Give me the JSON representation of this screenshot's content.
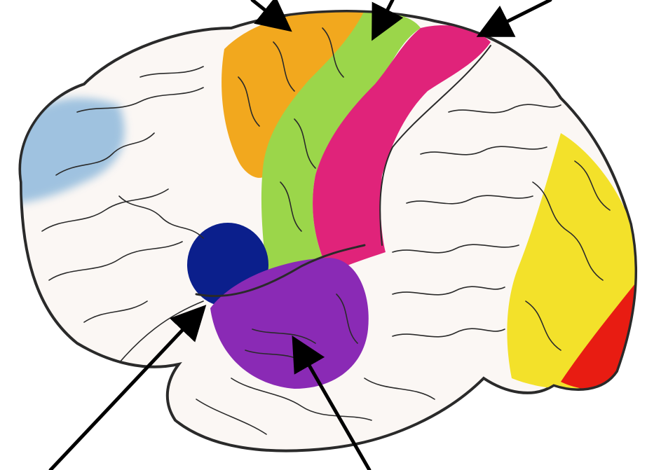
{
  "diagram": {
    "subject": "lateral-view-brain",
    "background_color": "#ffffff",
    "regions": [
      {
        "id": "prefrontal-blue",
        "color": "#8fb9dc"
      },
      {
        "id": "premotor-orange",
        "color": "#f2a81e"
      },
      {
        "id": "primary-motor-green",
        "color": "#9bd64a"
      },
      {
        "id": "somatosensory-pink",
        "color": "#e0237a"
      },
      {
        "id": "broca-navy",
        "color": "#0b1f8c"
      },
      {
        "id": "auditory-purple",
        "color": "#8a2ab5"
      },
      {
        "id": "visual-association-yellow",
        "color": "#f3e12a"
      },
      {
        "id": "primary-visual-red",
        "color": "#e81c12"
      }
    ],
    "arrows": [
      {
        "id": "arrow-top-left",
        "points_to": "premotor-orange"
      },
      {
        "id": "arrow-top-middle",
        "points_to": "primary-motor-green"
      },
      {
        "id": "arrow-top-right",
        "points_to": "somatosensory-pink"
      },
      {
        "id": "arrow-bottom-left",
        "points_to": "lateral-sulcus"
      },
      {
        "id": "arrow-bottom-middle",
        "points_to": "auditory-purple"
      }
    ],
    "outline_color": "#2a2a2a",
    "tissue_color": "#fbf7f4",
    "arrow_color": "#000000"
  }
}
